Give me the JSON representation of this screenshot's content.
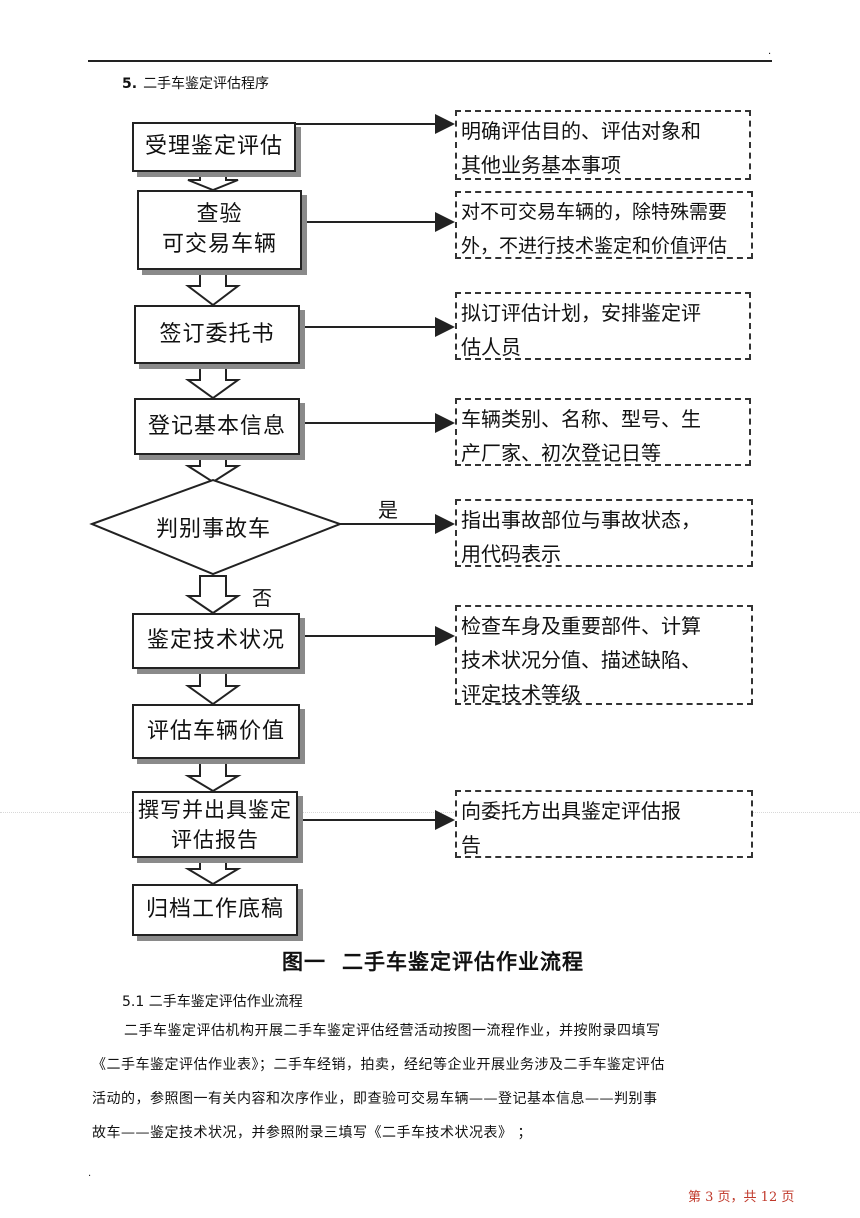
{
  "header": {
    "dot": "."
  },
  "section": {
    "number": "5.",
    "title": "二手车鉴定评估程序"
  },
  "flow": {
    "steps": [
      "受理鉴定评估",
      "查验\n可交易车辆",
      "签订委托书",
      "登记基本信息",
      "鉴定技术状况",
      "评估车辆价值",
      "撰写并出具鉴定\n评估报告",
      "归档工作底稿"
    ],
    "decision": "判别事故车",
    "yes_label": "是",
    "no_label": "否",
    "notes": [
      "明确评估目的、评估对象和\n其他业务基本事项",
      "对不可交易车辆的，除特殊需要\n外，不进行技术鉴定和价值评估",
      "拟订评估计划，安排鉴定评\n估人员",
      "车辆类别、名称、型号、生\n产厂家、初次登记日等",
      "指出事故部位与事故状态，\n用代码表示",
      "检查车身及重要部件、计算\n技术状况分值、描述缺陷、\n评定技术等级",
      "向委托方出具鉴定评估报\n告"
    ]
  },
  "figure_caption": {
    "label": "图一",
    "title": "二手车鉴定评估作业流程"
  },
  "subsection": {
    "title": "5.1 二手车鉴定评估作业流程"
  },
  "paragraph": [
    "二手车鉴定评估机构开展二手车鉴定评估经营活动按图一流程作业，并按附录四填写",
    "《二手车鉴定评估作业表》；二手车经销，拍卖，经纪等企业开展业务涉及二手车鉴定评估",
    "活动的，参照图一有关内容和次序作业，即查验可交易车辆——登记基本信息——判别事",
    "故车——鉴定技术状况，并参照附录三填写《二手车技术状况表》    ；"
  ],
  "footer": {
    "dot": ".",
    "page": "第 3 页，共 12 页"
  }
}
